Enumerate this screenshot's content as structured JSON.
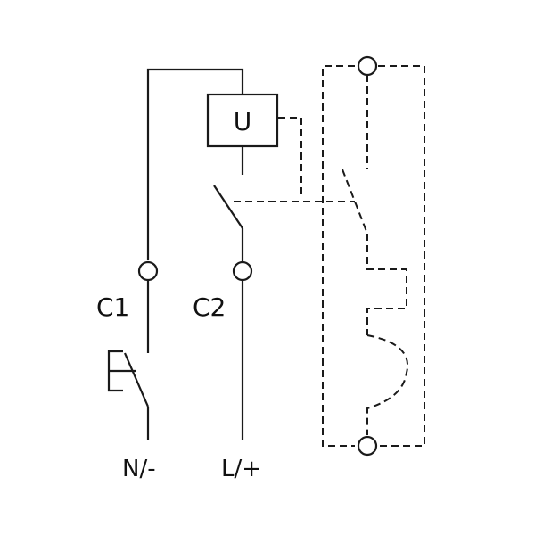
{
  "labels": {
    "coil": "U",
    "c1": "C1",
    "c2": "C2",
    "neutral": "N/-",
    "line": "L/+"
  },
  "colors": {
    "line": "#1a1a1a",
    "background": "#ffffff"
  }
}
